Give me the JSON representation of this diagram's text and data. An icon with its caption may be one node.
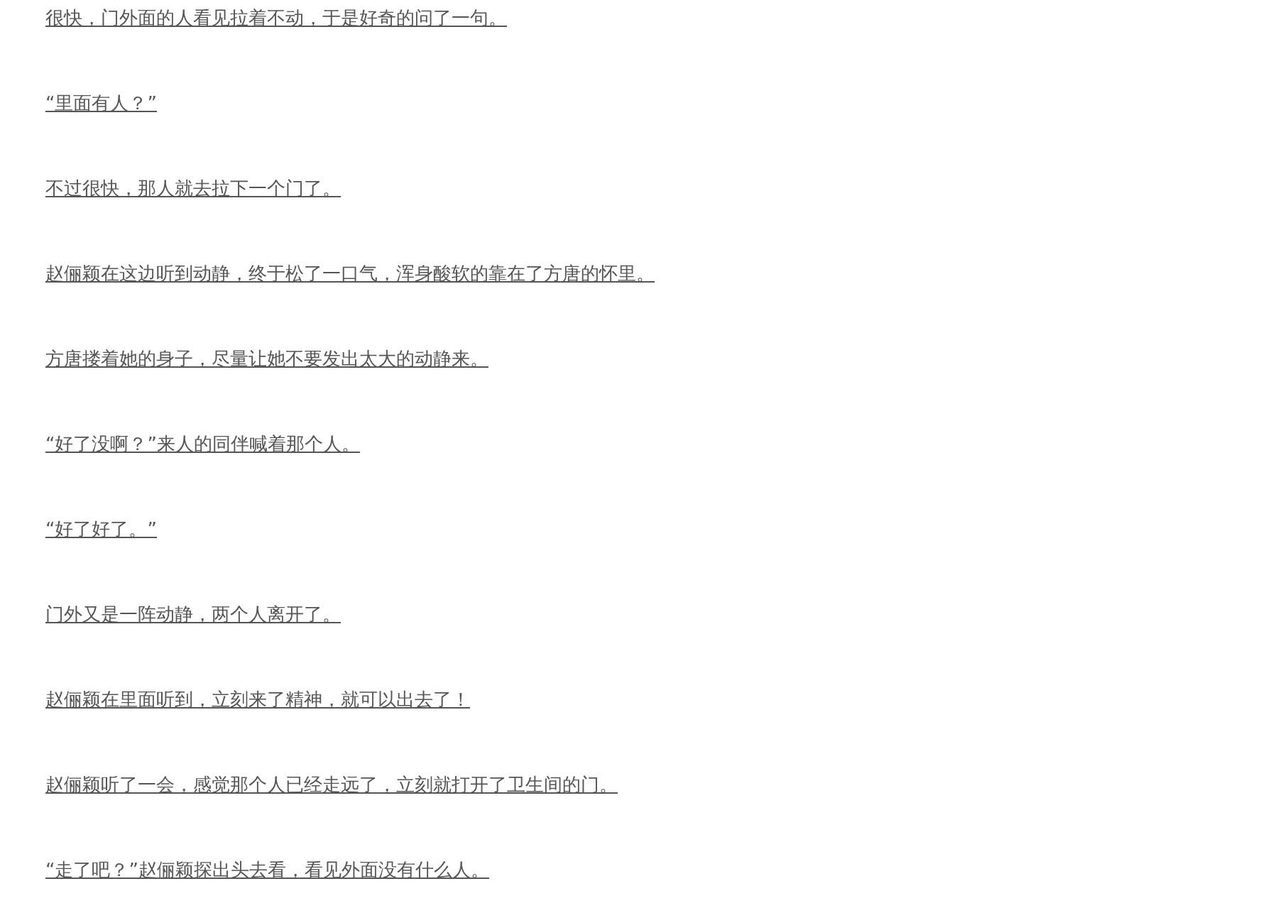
{
  "diagram": {
    "labels": [
      "很快，门外面的人看见拉着不动，于是好奇的问了一句。",
      "“里面有人？”",
      "不过很快，那人就去拉下一个门了。",
      "赵俪颖在这边听到动静，终于松了一口气，浑身酸软的靠在了方唐的怀里。",
      "方唐搂着她的身子，尽量让她不要发出太大的动静来。",
      "“好了没啊？”来人的同伴喊着那个人。",
      "“好了好了。”",
      "门外又是一阵动静，两个人离开了。",
      "赵俪颖在里面听到，立刻来了精神，就可以出去了！",
      "赵俪颖听了一会，感觉那个人已经走远了，立刻就打开了卫生间的门。",
      "“走了吧？”赵俪颖探出头去看，看见外面没有什么人。"
    ]
  }
}
